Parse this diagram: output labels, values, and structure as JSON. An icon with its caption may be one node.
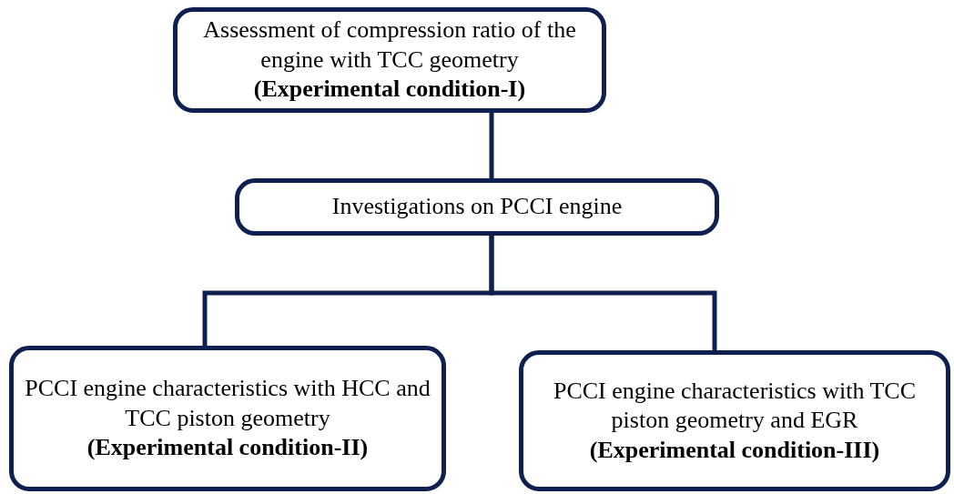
{
  "diagram": {
    "nodes": [
      {
        "text": [
          "Assessment of compression ratio of the engine with TCC geometry **(Experimental condition-I)**"
        ]
      },
      {
        "text": [
          "Investigations on PCCI engine"
        ]
      },
      {
        "text": [
          "PCCI engine characteristics with HCC and TCC piston geometry",
          "(Experimental condition-II)"
        ]
      },
      {
        "text": [
          "PCCI engine characteristics with TCC piston geometry and EGR",
          "(Experimental condition-III)"
        ]
      }
    ],
    "edges": [
      {
        "from": 0,
        "to": 1,
        "arrow": "none"
      },
      {
        "from": 1,
        "to": 2,
        "arrow": "none"
      },
      {
        "from": 1,
        "to": 3,
        "arrow": "none"
      }
    ]
  }
}
